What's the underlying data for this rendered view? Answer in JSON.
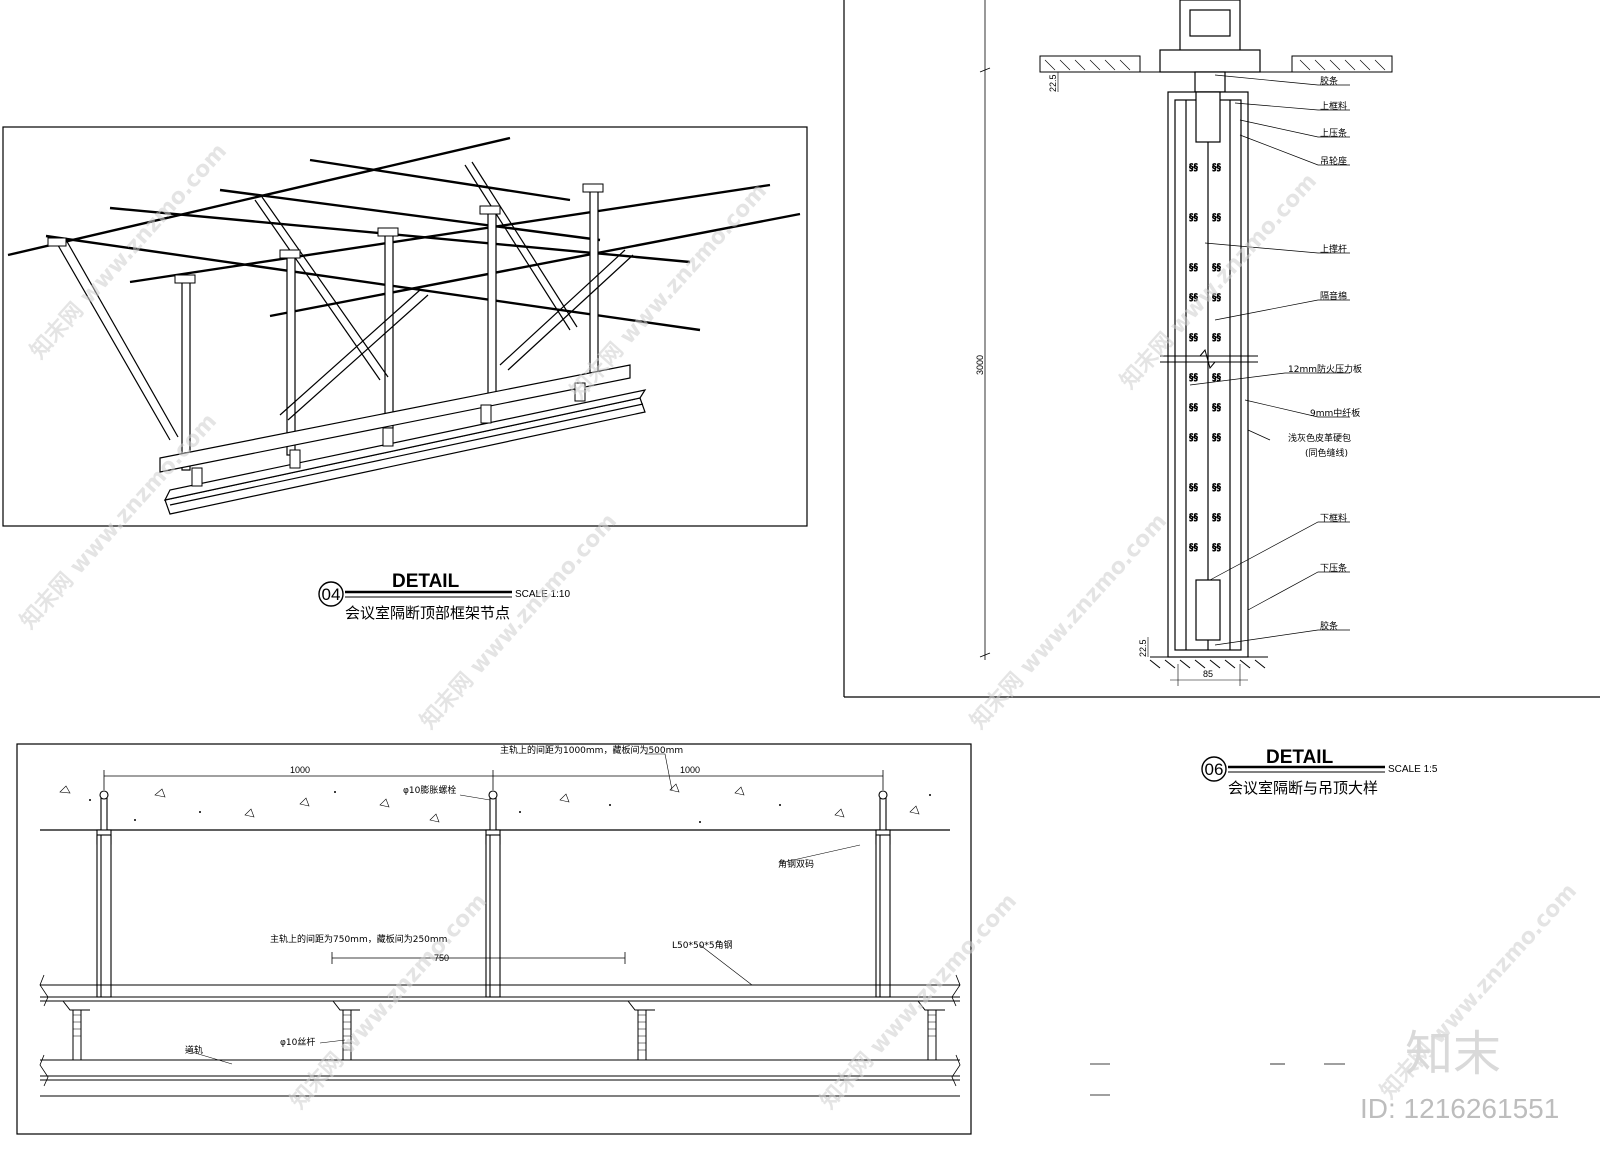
{
  "detail04": {
    "number": "04",
    "heading": "DETAIL",
    "scale": "SCALE 1:10",
    "title": "会议室隔断顶部框架节点"
  },
  "detail06": {
    "number": "06",
    "heading": "DETAIL",
    "scale": "SCALE 1:5",
    "title": "会议室隔断与吊顶大样",
    "dims": {
      "height": "3000",
      "top_gap": "22.5",
      "bottom_gap": "22.5",
      "width": "85"
    },
    "labels": [
      "胶条",
      "上框料",
      "上压条",
      "吊轮座",
      "上撑杆",
      "隔音棉",
      "12mm防火压力板",
      "9mm中纤板",
      "浅灰色皮革硬包",
      "(同色缝线)",
      "下框料",
      "下压条",
      "胶条"
    ]
  },
  "detail_section": {
    "dim_left": "1000",
    "dim_right": "1000",
    "note_top": "主轨上的间距为1000mm，藏板间为500mm",
    "note_mid": "主轨上的间距为750mm，藏板间为250mm",
    "dim_mid": "750",
    "label_bolt": "φ10膨胀螺栓",
    "label_angle": "角钢双码",
    "label_steel": "L50*50*5角钢",
    "label_rod": "φ10丝杆",
    "label_track": "道轨"
  },
  "watermark": {
    "text": "知末网 www.znzmo.com",
    "brand": "知末",
    "id": "ID: 1216261551"
  }
}
